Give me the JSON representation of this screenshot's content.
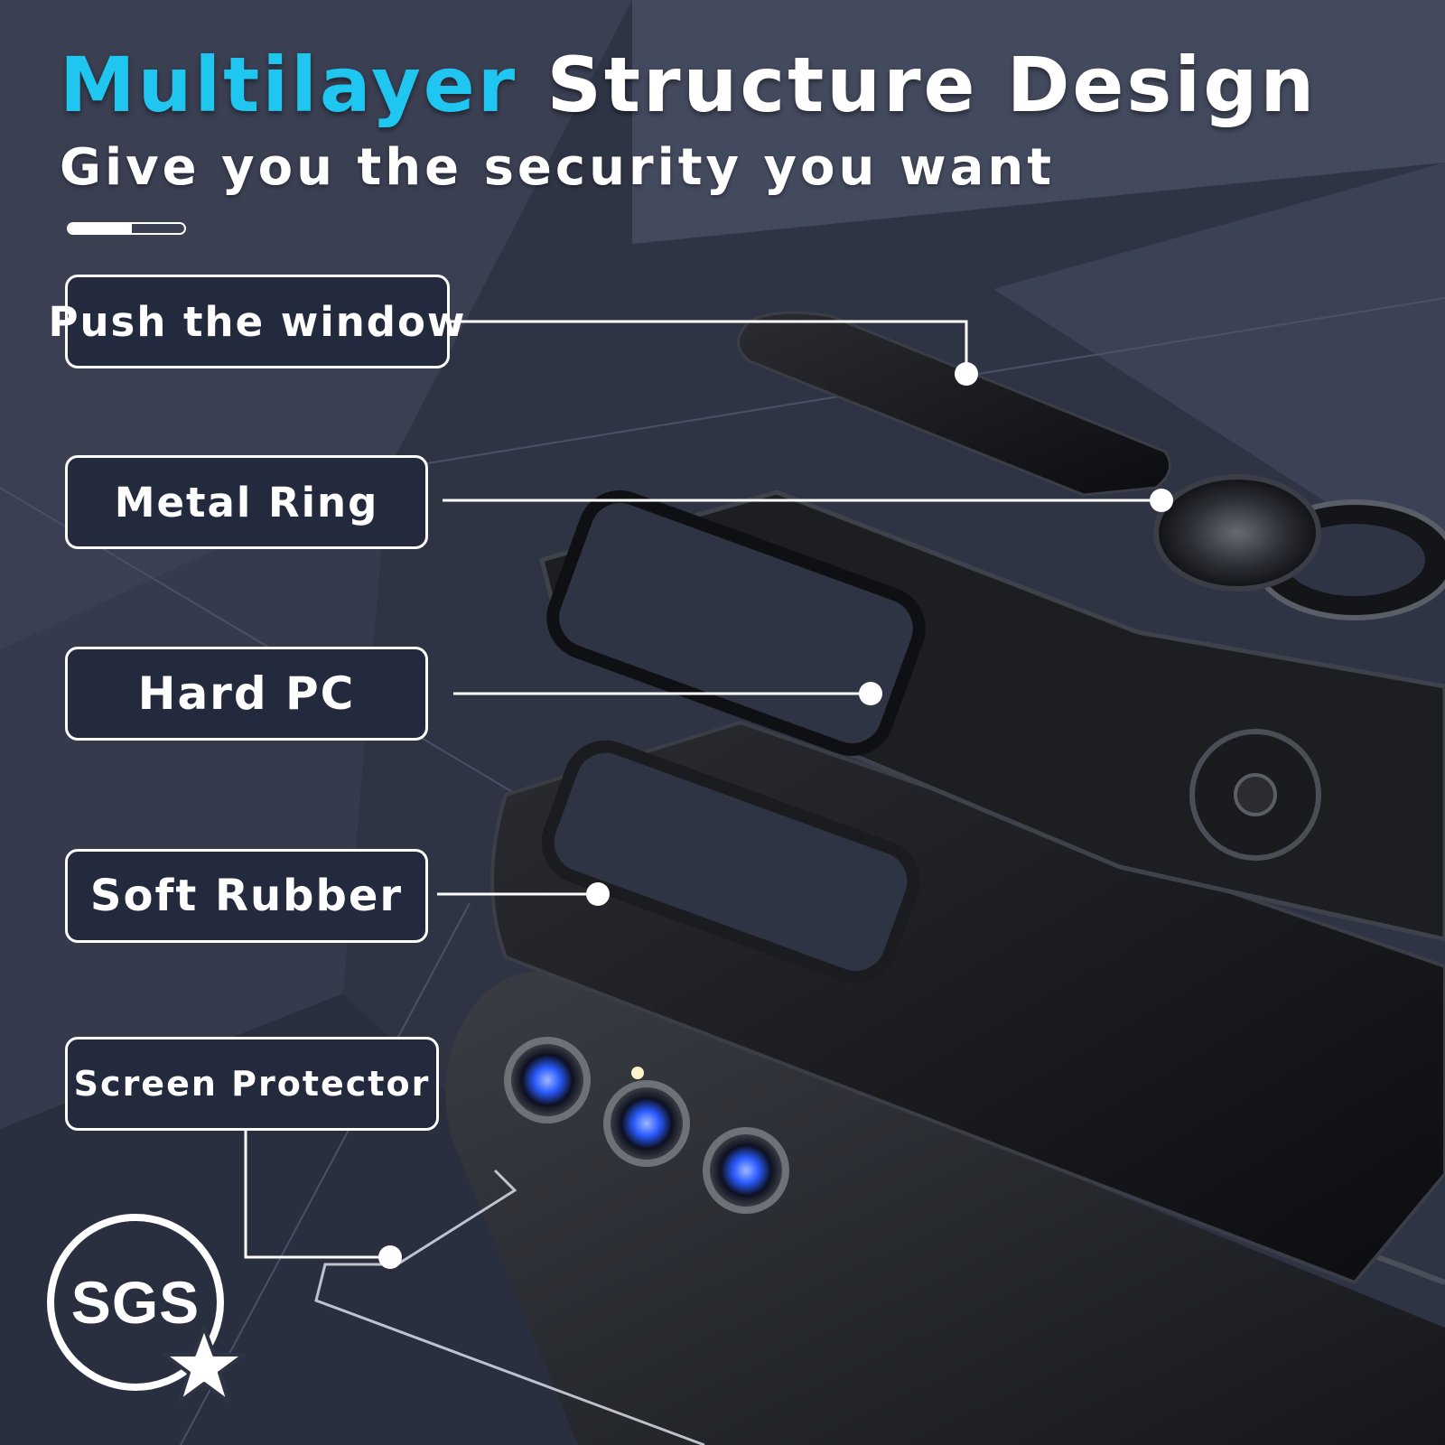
{
  "header": {
    "title_accent": "Multilayer",
    "title_rest": "Structure Design",
    "subtitle": "Give you the security you want",
    "progress_fraction": 0.55
  },
  "labels": [
    {
      "id": "push-window",
      "text": "Push the window"
    },
    {
      "id": "metal-ring",
      "text": "Metal Ring"
    },
    {
      "id": "hard-pc",
      "text": "Hard PC"
    },
    {
      "id": "soft-rubber",
      "text": "Soft Rubber"
    },
    {
      "id": "screen-protector",
      "text": "Screen Protector"
    }
  ],
  "badge": {
    "text": "SGS"
  },
  "colors": {
    "accent": "#1fc6ef",
    "background": "#2f3445",
    "label_fill": "#242a3d",
    "outline": "#ffffff",
    "lens": "#2a5bff"
  }
}
